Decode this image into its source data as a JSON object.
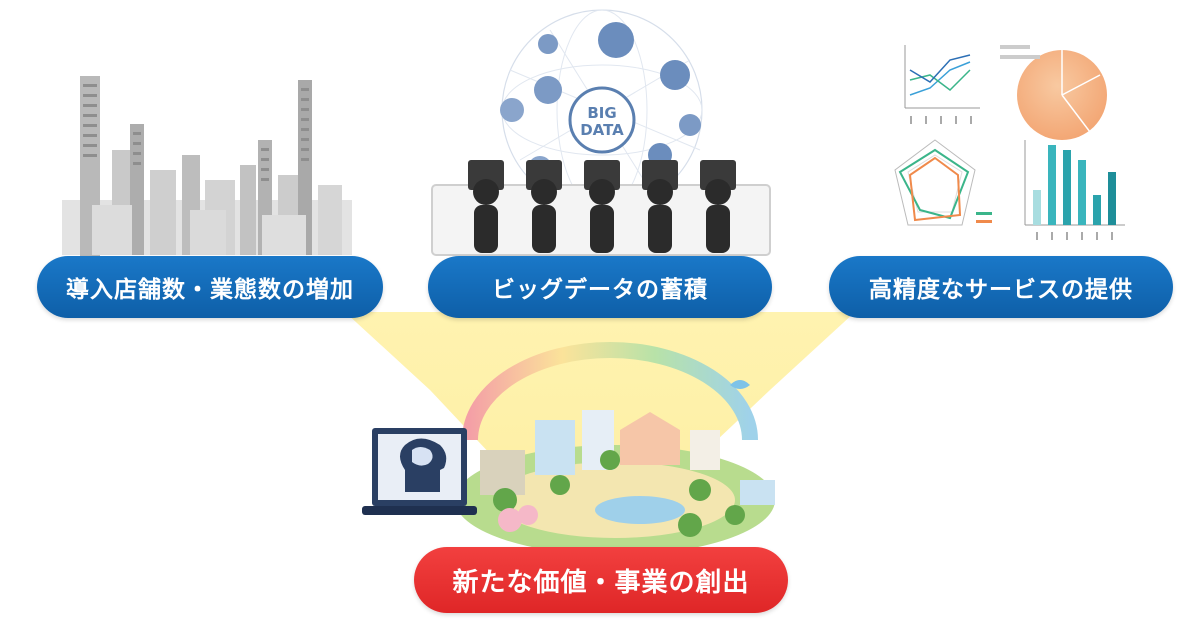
{
  "labels": {
    "stores": "導入店舗数・業態数の増加",
    "bigdata": "ビッグデータの蓄積",
    "service": "高精度なサービスの提供",
    "value": "新たな価値・事業の創出"
  },
  "bigdata_icon": {
    "line1": "BIG",
    "line2": "DATA"
  },
  "colors": {
    "blue_pill": "#1466b8",
    "red_pill": "#e5302f",
    "funnel": "#fdf1a8"
  },
  "icons": {
    "stores": "city-buildings-illustration",
    "bigdata": "big-data-network-sphere",
    "service": "analytics-charts-illustration",
    "value": "smart-city-world-illustration"
  }
}
